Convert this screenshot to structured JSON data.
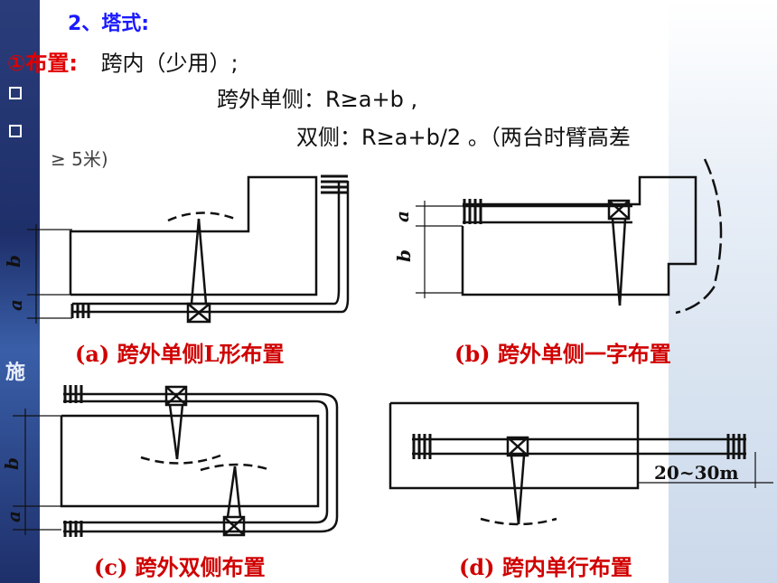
{
  "heading": "2、塔式:",
  "layout_label": "①布置:",
  "line1": "跨内（少用）;",
  "line2": "跨外单侧：R≥a+b ,",
  "line3": "双侧：R≥a+b/2 。（两台时臂高差",
  "line3_cut": "≥ 5米)",
  "side_char": "施",
  "captions": {
    "a": "(a) 跨外单侧L形布置",
    "b": "(b) 跨外单侧一字布置",
    "c": "(c) 跨外双侧布置",
    "d": "(d) 跨内单行布置"
  },
  "dim_labels": {
    "b": "b",
    "a": "a",
    "distance": "20~30m"
  }
}
